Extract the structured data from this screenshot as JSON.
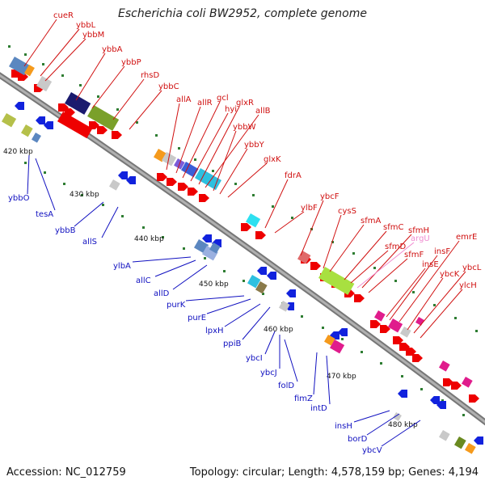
{
  "title": "Escherichia coli BW2952, complete genome",
  "footer": {
    "accession": "Accession: NC_012759",
    "summary": "Topology: circular; Length: 4,578,159 bp; Genes: 4,194"
  },
  "colors": {
    "axis": "#8a8a8a",
    "forward_label": "#d01010",
    "reverse_label": "#1010c0",
    "pink_label": "#f08cd0",
    "tick": "#2e7d32"
  },
  "kbp_ticks": [
    "420 kbp",
    "430 kbp",
    "440 kbp",
    "450 kbp",
    "460 kbp",
    "470 kbp",
    "480 kbp"
  ],
  "forward_genes": [
    "cueR",
    "ybbL",
    "ybbM",
    "ybbA",
    "ybbP",
    "rhsD",
    "ybbC",
    "allA",
    "allR",
    "gcl",
    "hyi",
    "glxR",
    "allB",
    "ybbW",
    "ybbY",
    "glxK",
    "fdrA",
    "ylbF",
    "ybcF",
    "cysS",
    "sfmA",
    "sfmC",
    "sfmD",
    "sfmH",
    "sfmF",
    "argU",
    "insF",
    "insE",
    "emrE",
    "ybcK",
    "ybcL",
    "ylcH"
  ],
  "reverse_genes": [
    "ybbO",
    "tesA",
    "ybbB",
    "allS",
    "ylbA",
    "allC",
    "allD",
    "purK",
    "purE",
    "lpxH",
    "ppiB",
    "ybcI",
    "ybcJ",
    "folD",
    "fimZ",
    "intD",
    "insH",
    "borD",
    "ybcV"
  ]
}
